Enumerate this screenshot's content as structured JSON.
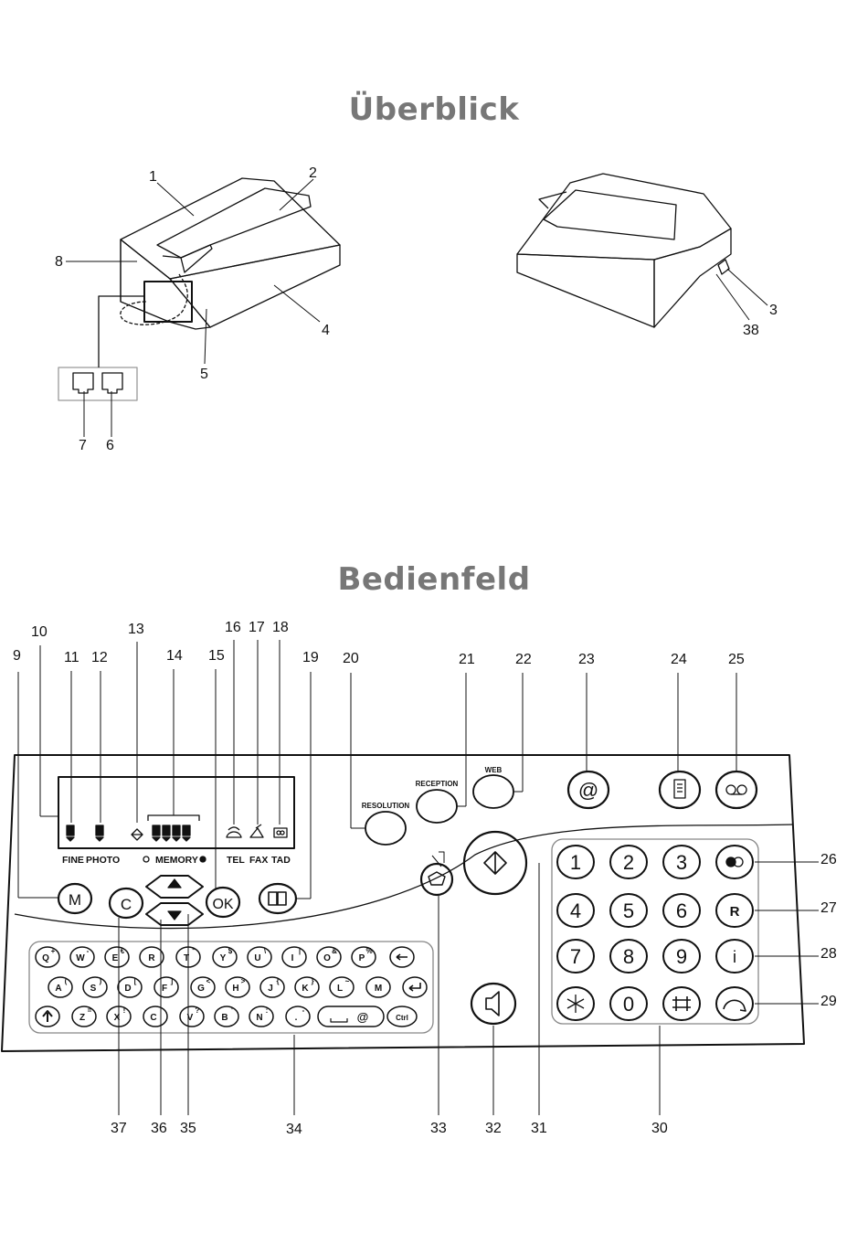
{
  "titles": {
    "overview": "Überblick",
    "panel": "Bedienfeld"
  },
  "overview_callouts": [
    "1",
    "2",
    "3",
    "4",
    "5",
    "6",
    "7",
    "8",
    "38"
  ],
  "panel_callouts": [
    "9",
    "10",
    "11",
    "12",
    "13",
    "14",
    "15",
    "16",
    "17",
    "18",
    "19",
    "20",
    "21",
    "22",
    "23",
    "24",
    "25",
    "26",
    "27",
    "28",
    "29",
    "30",
    "31",
    "32",
    "33",
    "34",
    "35",
    "36",
    "37"
  ],
  "lcd_labels": {
    "fine": "FINE",
    "photo": "PHOTO",
    "memory": "MEMORY",
    "tel": "TEL",
    "fax": "FAX",
    "tad": "TAD"
  },
  "buttons": {
    "m": "M",
    "c": "C",
    "ok": "OK",
    "resolution": "RESOLUTION",
    "reception": "RECEPTION",
    "web": "WEB",
    "at": "@",
    "r": "R",
    "i": "i",
    "ctrl": "Ctrl"
  },
  "numpad": [
    "1",
    "2",
    "3",
    "4",
    "5",
    "6",
    "7",
    "8",
    "9",
    "0"
  ],
  "keyboard": {
    "row1": [
      [
        "Q",
        "+"
      ],
      [
        "W",
        "-"
      ],
      [
        "E",
        "€"
      ],
      [
        "R",
        ""
      ],
      [
        "T",
        "\""
      ],
      [
        "Y",
        "$"
      ],
      [
        "U",
        "\\"
      ],
      [
        "I",
        "|"
      ],
      [
        "O",
        "&"
      ],
      [
        "P",
        "%"
      ]
    ],
    "row2": [
      [
        "A",
        "("
      ],
      [
        "S",
        ")"
      ],
      [
        "D",
        "["
      ],
      [
        "F",
        "]"
      ],
      [
        "G",
        "<"
      ],
      [
        "H",
        ">"
      ],
      [
        "J",
        "{"
      ],
      [
        "K",
        "}"
      ],
      [
        "L",
        "~"
      ],
      [
        "M",
        ""
      ]
    ],
    "row3": [
      [
        "Z",
        "="
      ],
      [
        "X",
        "!"
      ],
      [
        "C",
        ""
      ],
      [
        "V",
        "?"
      ],
      [
        "B",
        "'"
      ],
      [
        "N",
        ":"
      ],
      [
        ".",
        "-"
      ]
    ]
  }
}
